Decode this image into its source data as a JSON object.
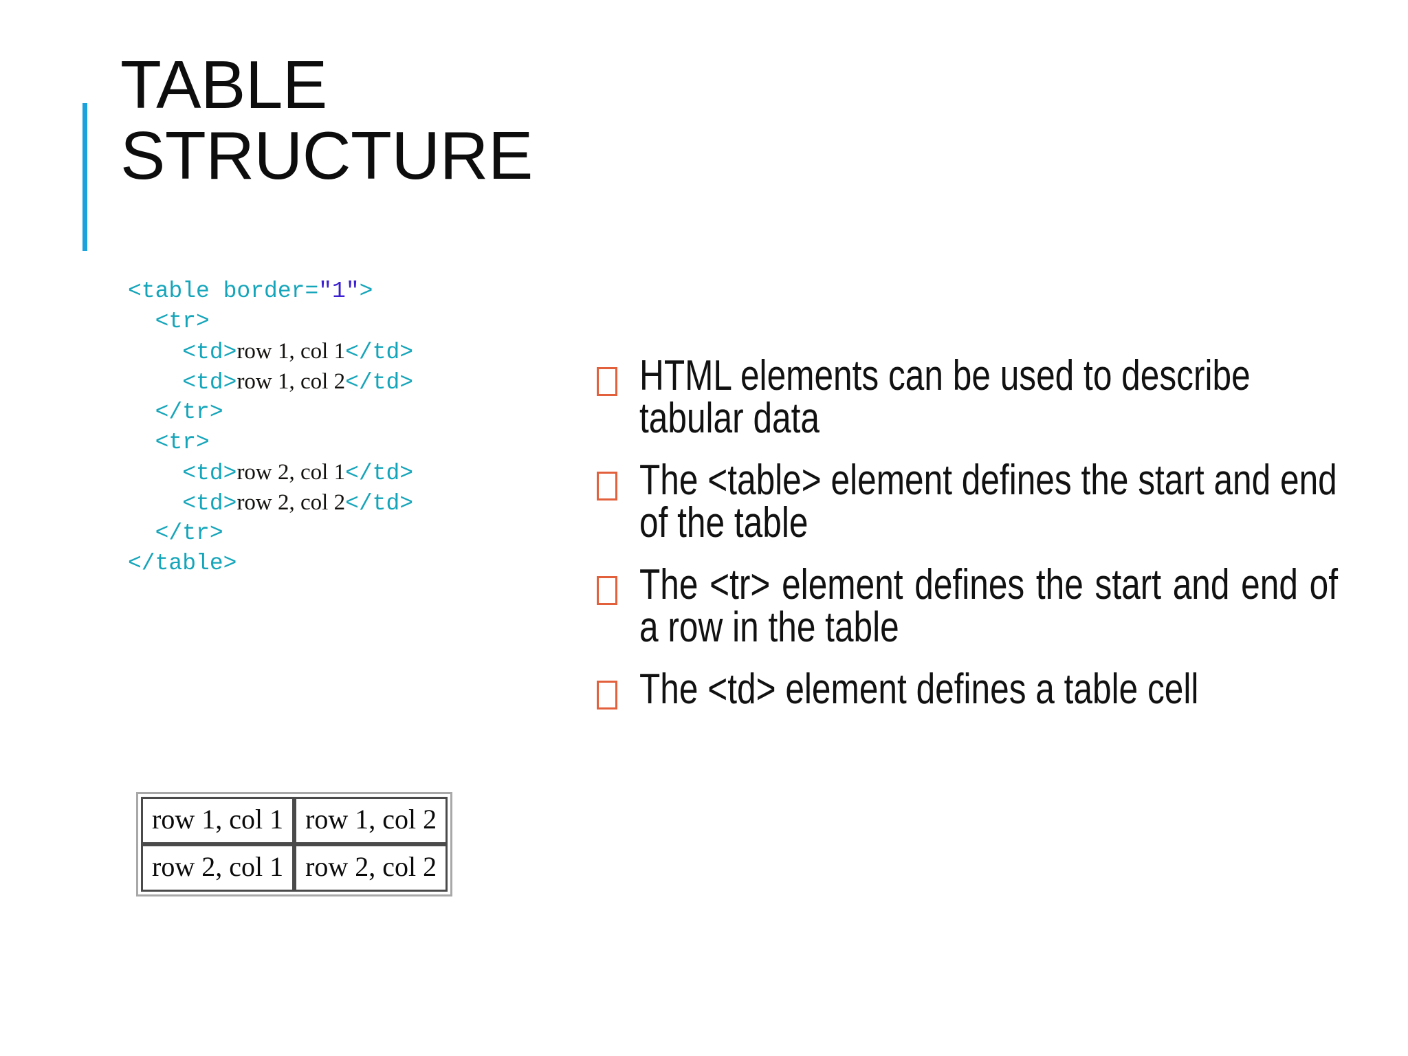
{
  "slide": {
    "title": "TABLE\nSTRUCTURE",
    "accent_color": "#1BA1DC",
    "background_color": "#FFFFFF",
    "bullet_marker_color": "#E2603C"
  },
  "code_sample": {
    "language": "html",
    "colors": {
      "tag": "#15A5BA",
      "attribute_value": "#3B1FD0",
      "text_content": "#14120F"
    },
    "lines": [
      {
        "indent": 0,
        "segments": [
          {
            "type": "tag",
            "value": "<table border="
          },
          {
            "type": "attrval",
            "value": "\"1\""
          },
          {
            "type": "tag",
            "value": ">"
          }
        ]
      },
      {
        "indent": 1,
        "segments": [
          {
            "type": "tag",
            "value": "<tr>"
          }
        ]
      },
      {
        "indent": 2,
        "segments": [
          {
            "type": "tag",
            "value": "<td>"
          },
          {
            "type": "text",
            "value": "row 1, col 1"
          },
          {
            "type": "tag",
            "value": "</td>"
          }
        ]
      },
      {
        "indent": 2,
        "segments": [
          {
            "type": "tag",
            "value": "<td>"
          },
          {
            "type": "text",
            "value": "row 1, col 2"
          },
          {
            "type": "tag",
            "value": "</td>"
          }
        ]
      },
      {
        "indent": 1,
        "segments": [
          {
            "type": "tag",
            "value": "</tr>"
          }
        ]
      },
      {
        "indent": 1,
        "segments": [
          {
            "type": "tag",
            "value": "<tr>"
          }
        ]
      },
      {
        "indent": 2,
        "segments": [
          {
            "type": "tag",
            "value": "<td>"
          },
          {
            "type": "text",
            "value": "row 2, col 1"
          },
          {
            "type": "tag",
            "value": "</td>"
          }
        ]
      },
      {
        "indent": 2,
        "segments": [
          {
            "type": "tag",
            "value": "<td>"
          },
          {
            "type": "text",
            "value": "row 2, col 2"
          },
          {
            "type": "tag",
            "value": "</td>"
          }
        ]
      },
      {
        "indent": 1,
        "segments": [
          {
            "type": "tag",
            "value": "</tr>"
          }
        ]
      },
      {
        "indent": 0,
        "segments": [
          {
            "type": "tag",
            "value": "</table>"
          }
        ]
      }
    ],
    "plain_text": "<table border=\"1\">\n  <tr>\n    <td>row 1, col 1</td>\n    <td>row 1, col 2</td>\n  </tr>\n  <tr>\n    <td>row 2, col 1</td>\n    <td>row 2, col 2</td>\n  </tr>\n</table>"
  },
  "rendered_table": {
    "border": "1",
    "rows": [
      [
        "row 1, col 1",
        "row 1, col 2"
      ],
      [
        "row 2, col 1",
        "row 2, col 2"
      ]
    ]
  },
  "bullets": [
    {
      "marker": "hollow-square-bullet",
      "text": "HTML elements can be used to describe tabular data",
      "justified": false
    },
    {
      "marker": "hollow-square-bullet",
      "text": "The <table> element defines the start and end of the table",
      "justified": false
    },
    {
      "marker": "hollow-square-bullet",
      "text": "The <tr> element defines the start and end of a row in the table",
      "justified": true
    },
    {
      "marker": "hollow-square-bullet",
      "text": "The <td> element defines a table cell",
      "justified": false
    }
  ]
}
